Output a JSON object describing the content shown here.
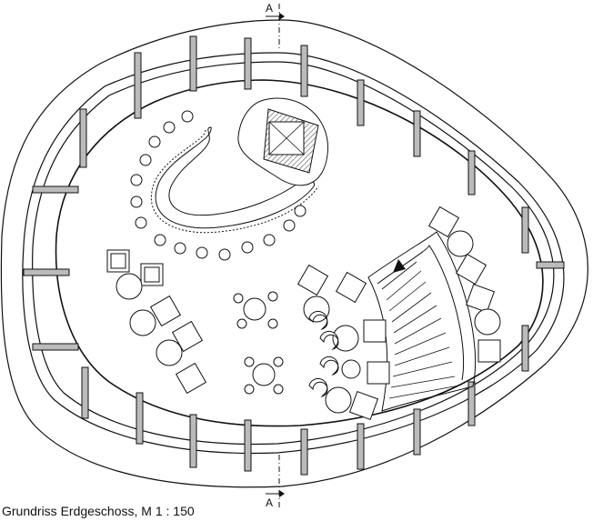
{
  "caption": "Grundriss Erdgeschoss, M 1 : 150",
  "section_mark_top": "A",
  "section_mark_bottom": "A"
}
